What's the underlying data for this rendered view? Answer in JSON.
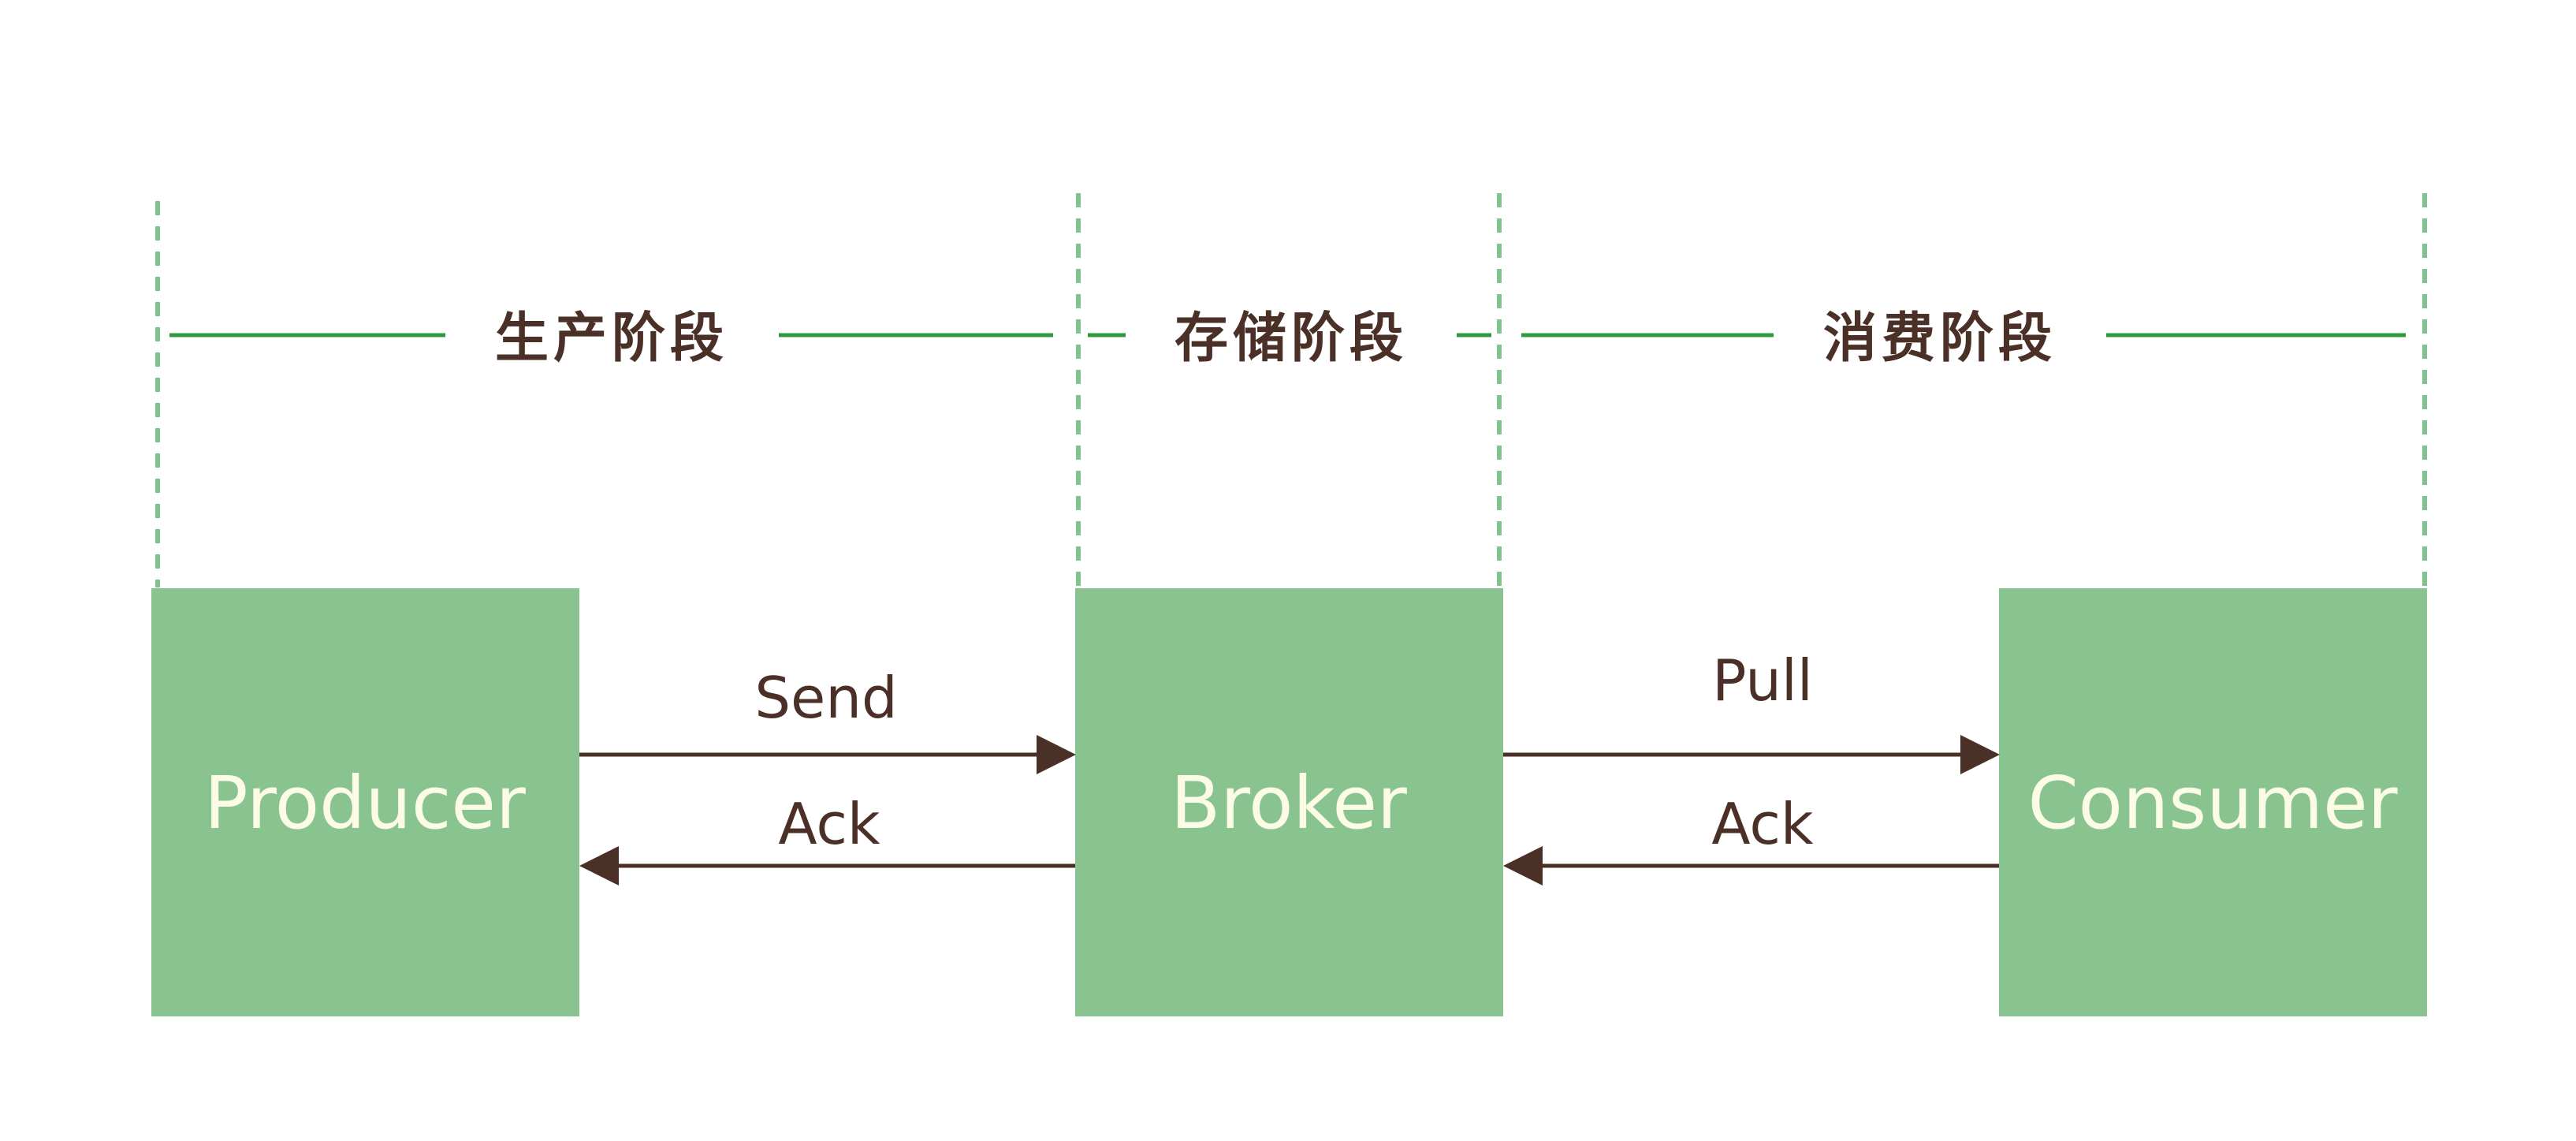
{
  "stages": [
    {
      "label": "生产阶段"
    },
    {
      "label": "存储阶段"
    },
    {
      "label": "消费阶段"
    }
  ],
  "components": [
    {
      "label": "Producer"
    },
    {
      "label": "Broker"
    },
    {
      "label": "Consumer"
    }
  ],
  "arrows": [
    {
      "label": "Send",
      "from": "Producer",
      "to": "Broker"
    },
    {
      "label": "Ack",
      "from": "Broker",
      "to": "Producer"
    },
    {
      "label": "Pull",
      "from": "Broker",
      "to": "Consumer"
    },
    {
      "label": "Ack",
      "from": "Consumer",
      "to": "Broker"
    }
  ],
  "colors": {
    "box_fill": "#89c490",
    "box_text": "#fbfbe6",
    "stage_line": "#2e9a3e",
    "divider": "#7fc48a",
    "arrow": "#4a3026",
    "text": "#4a3026"
  }
}
